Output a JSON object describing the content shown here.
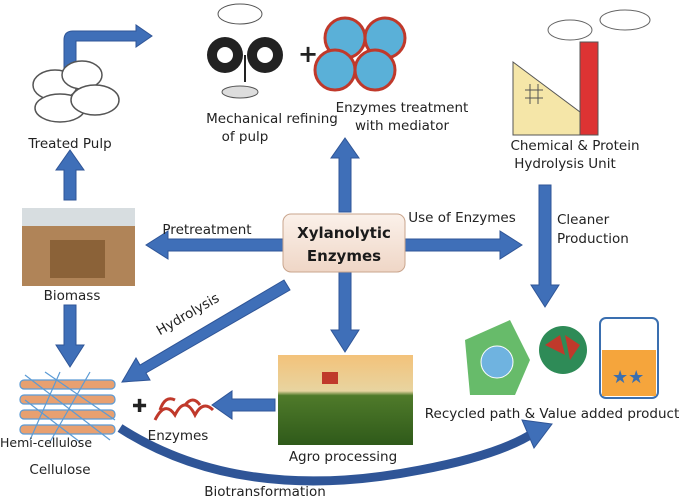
{
  "colors": {
    "arrow": "#3f6fb8",
    "center_box": "#f6e7dc",
    "text": "#222222"
  },
  "center": {
    "line1": "Xylanolytic",
    "line2": "Enzymes"
  },
  "labels": {
    "treated_pulp": "Treated Pulp",
    "mechanical_1": "Mechanical refining",
    "mechanical_2": "of pulp",
    "mediator_1": "Enzymes treatment",
    "mediator_2": "with mediator",
    "chemical_1": "Chemical & Protein",
    "chemical_2": "Hydrolysis Unit",
    "pretreatment": "Pretreatment",
    "use_of_enzymes": "Use of Enzymes",
    "cleaner_1": "Cleaner",
    "cleaner_2": "Production",
    "biomass": "Biomass",
    "hydrolysis": "Hydrolysis",
    "hemicellulose": "Hemi-cellulose",
    "cellulose": "Cellulose",
    "enzymes": "Enzymes",
    "agro": "Agro processing",
    "recycled": "Recycled path & Value added product",
    "biotransformation": "Biotransformation"
  },
  "icons": [
    "pulp-clouds",
    "refiner-discs",
    "enzyme-particles",
    "factory",
    "biomass-photo",
    "cellulose-fibers",
    "enzyme-structure",
    "agro-field-photo",
    "recycle-globe",
    "value-products"
  ]
}
